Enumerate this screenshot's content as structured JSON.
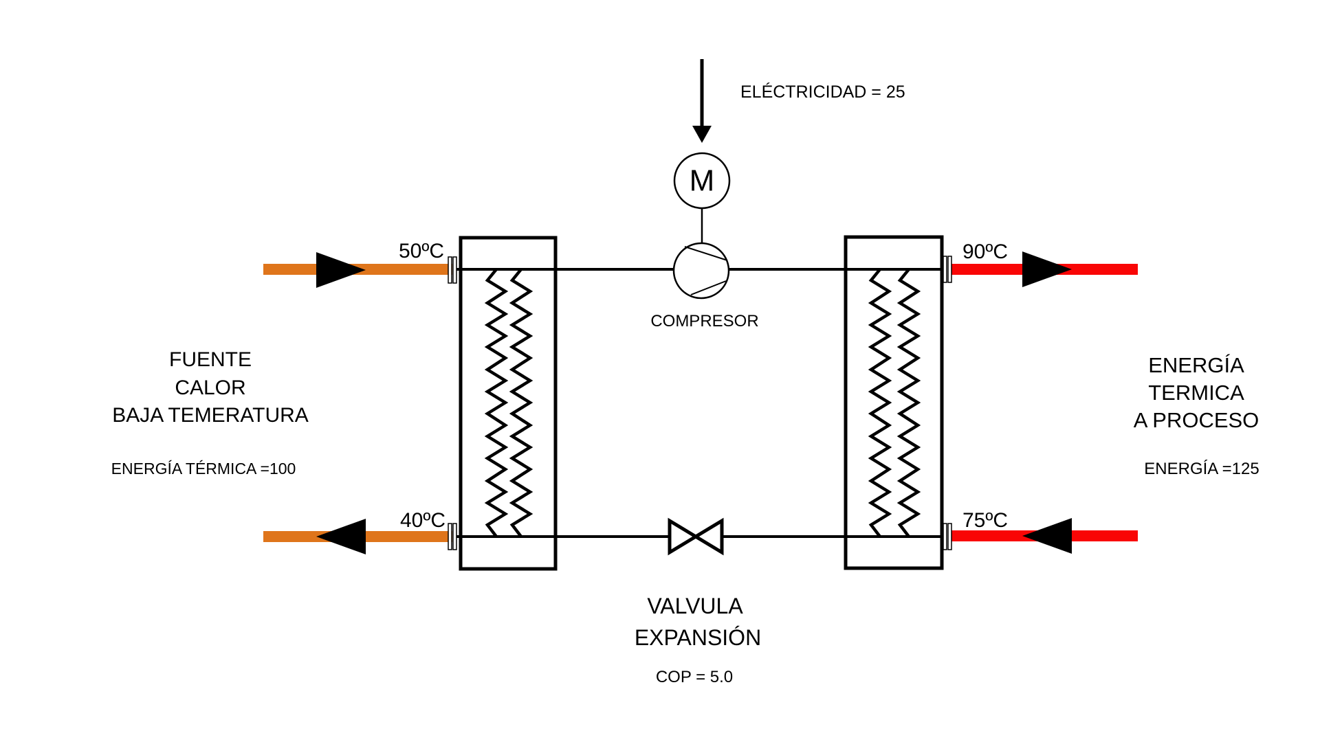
{
  "diagram": {
    "electricity": {
      "label": "ELÉCTRICIDAD = 25"
    },
    "motor": {
      "label": "M"
    },
    "compressor": {
      "label": "COMPRESOR"
    },
    "expansion_valve": {
      "label_line1": "VALVULA",
      "label_line2": "EXPANSIÓN"
    },
    "cop": {
      "label": "COP = 5.0"
    },
    "heat_source": {
      "title_line1": "FUENTE",
      "title_line2": "CALOR",
      "title_line3": "BAJA TEMERATURA",
      "energy_label": "ENERGÍA TÉRMICA =100",
      "inlet_temp": "50ºC",
      "outlet_temp": "40ºC"
    },
    "heat_output": {
      "title_line1": "ENERGÍA",
      "title_line2": "TERMICA",
      "title_line3": "A PROCESO",
      "energy_label": "ENERGÍA =125",
      "outlet_temp": "90ºC",
      "inlet_temp": "75ºC"
    },
    "colors": {
      "source_pipe": "#DF751B",
      "process_pipe": "#F90606",
      "line": "#000000"
    }
  }
}
